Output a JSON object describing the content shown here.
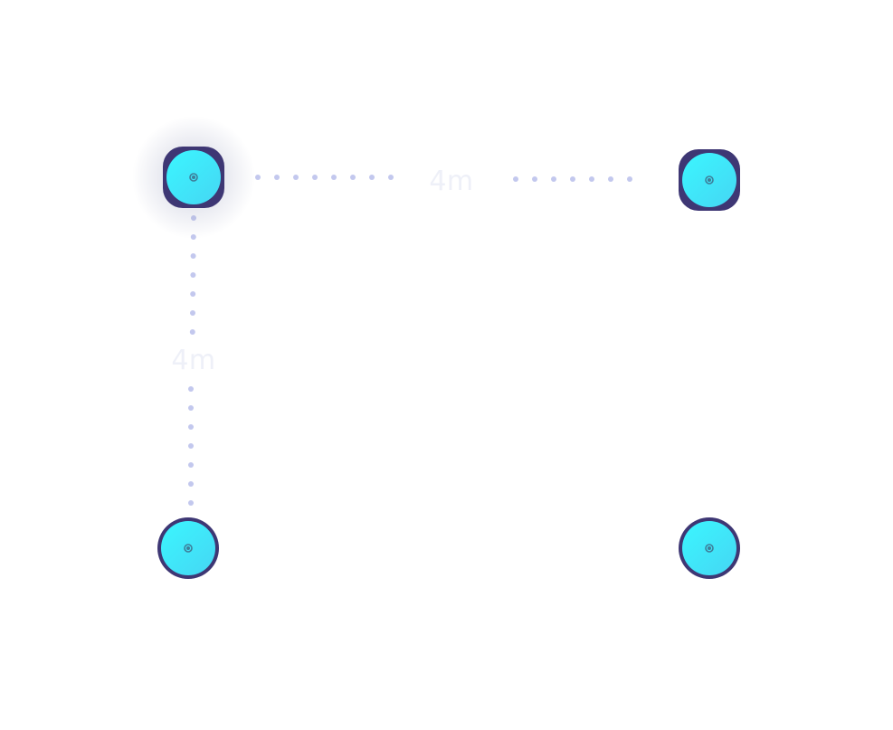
{
  "diagram": {
    "nodes": [
      {
        "id": "node-top-left",
        "highlighted": true
      },
      {
        "id": "node-top-right",
        "highlighted": false
      },
      {
        "id": "node-bottom-left",
        "highlighted": false
      },
      {
        "id": "node-bottom-right",
        "highlighted": false
      }
    ],
    "dimensions": {
      "horizontal": {
        "label": "4m"
      },
      "vertical": {
        "label": "4m"
      }
    },
    "colors": {
      "node_fill_start": "#3BF6FF",
      "node_fill_end": "#45D6F3",
      "node_ring": "#3E3774",
      "node_center": "#3E7E9A",
      "dot_line": "#C3C8EE",
      "label": "#EEF0F8",
      "glow": "#8A90B4"
    }
  }
}
